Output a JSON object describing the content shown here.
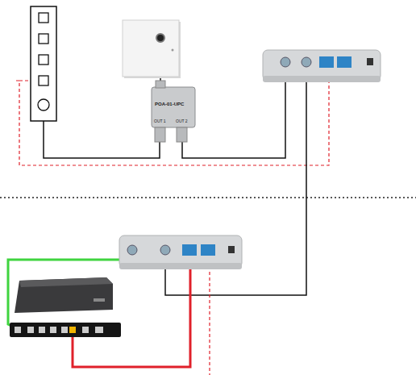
{
  "diagram": {
    "labels": [
      "POA-01-UPC",
      "OUT 1",
      "OUT 2"
    ]
  }
}
